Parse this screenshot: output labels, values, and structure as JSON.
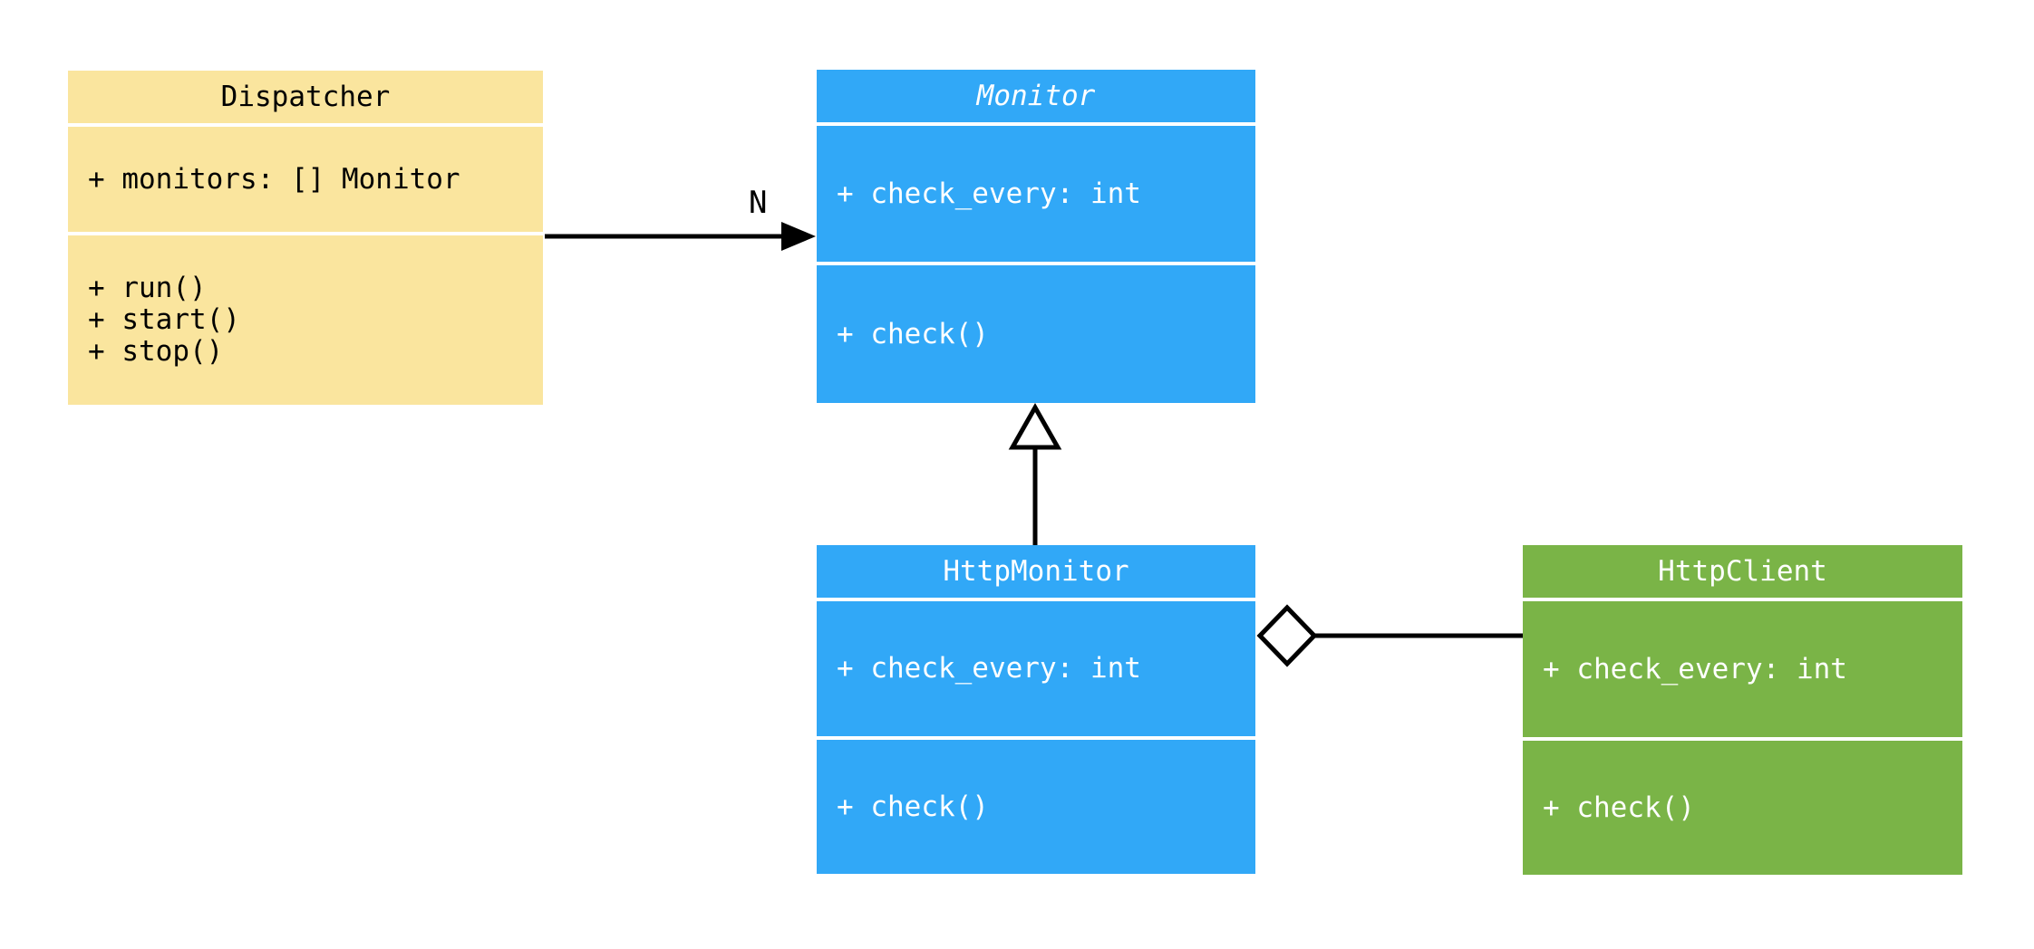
{
  "diagram": {
    "kind": "uml-class-diagram",
    "background_color": "#ffffff",
    "line_color": "#000000"
  },
  "colors": {
    "dispatcher_fill": "#fae59e",
    "monitor_fill": "#31a8f7",
    "http_client_fill": "#7ab447",
    "text_on_dark": "#ffffff",
    "text_on_light": "#000000"
  },
  "classes": {
    "dispatcher": {
      "name": "Dispatcher",
      "abstract": false,
      "attributes": [
        "+ monitors: [] Monitor"
      ],
      "methods": [
        "+ run()",
        "+ start()",
        "+ stop()"
      ]
    },
    "monitor": {
      "name": "Monitor",
      "abstract": true,
      "attributes": [
        "+ check_every: int"
      ],
      "methods": [
        "+ check()"
      ]
    },
    "http_monitor": {
      "name": "HttpMonitor",
      "abstract": false,
      "attributes": [
        "+ check_every: int"
      ],
      "methods": [
        "+ check()"
      ]
    },
    "http_client": {
      "name": "HttpClient",
      "abstract": false,
      "attributes": [
        "+ check_every: int"
      ],
      "methods": [
        "+ check()"
      ]
    }
  },
  "relationships": {
    "dispatcher_to_monitor": {
      "type": "directed-association",
      "from": "Dispatcher",
      "to": "Monitor",
      "multiplicity_label": "N"
    },
    "httpmonitor_to_monitor": {
      "type": "inheritance",
      "from": "HttpMonitor",
      "to": "Monitor"
    },
    "httpmonitor_to_httpclient": {
      "type": "aggregation",
      "from": "HttpMonitor",
      "to": "HttpClient"
    }
  }
}
